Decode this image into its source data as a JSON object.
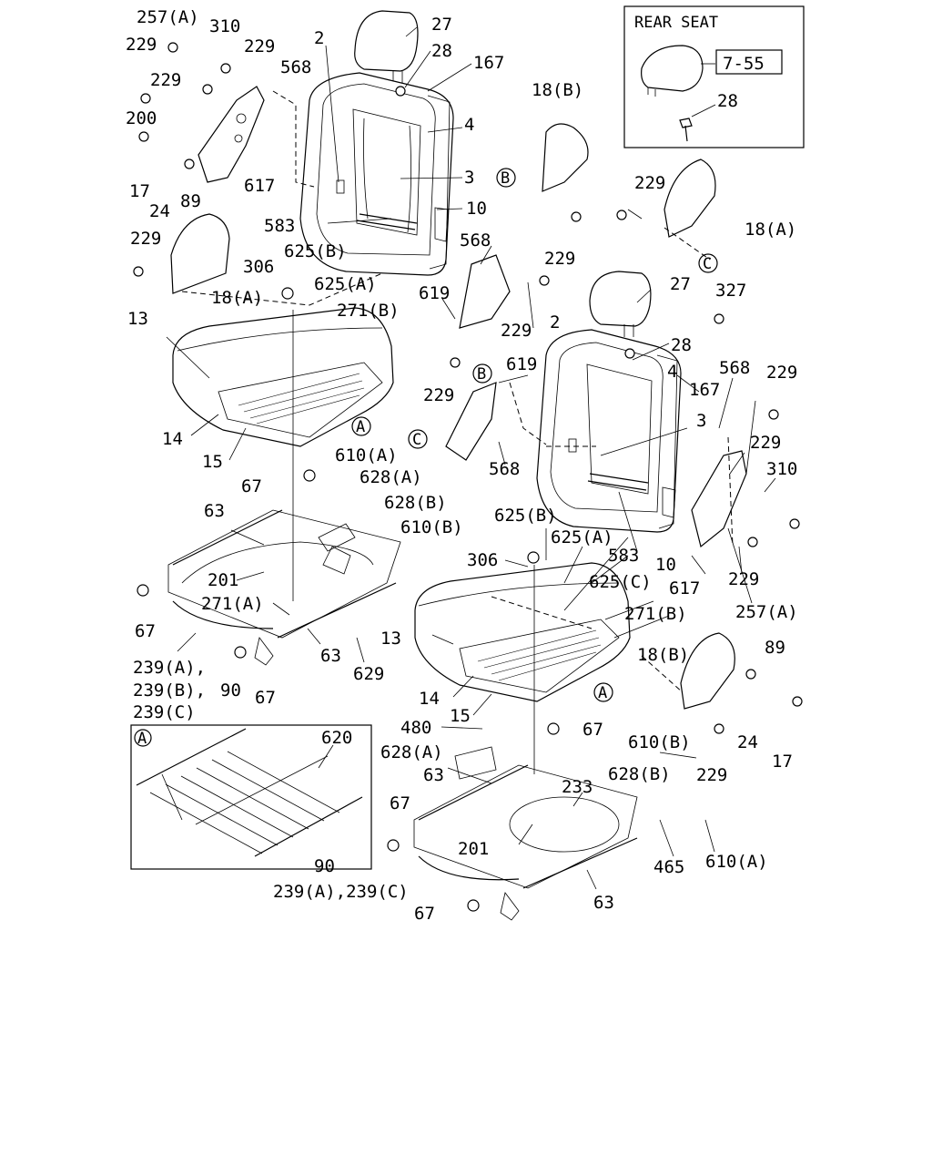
{
  "inset_rear": {
    "title": "REAR SEAT",
    "ref_box": "7-55",
    "part_28": "28"
  },
  "inset_a": {
    "marker": "A",
    "part": "620"
  },
  "labels": {
    "l257a_tl": "257(A)",
    "l310_tl": "310",
    "l229_a": "229",
    "l229_b": "229",
    "l229_c": "229",
    "l568_tl": "568",
    "l2_front": "2",
    "l27_front": "27",
    "l28_front": "28",
    "l167_front": "167",
    "l200": "200",
    "l17_tl": "17",
    "l24_tl": "24",
    "l89_tl": "89",
    "l617_tl": "617",
    "l4_front": "4",
    "l3_front": "3",
    "l10_front": "10",
    "l583_front": "583",
    "l229_d": "229",
    "l18a_tl": "18(A)",
    "l306_tl": "306",
    "l625b_tl": "625(B)",
    "l625a_tl": "625(A)",
    "l271b_tl": "271(B)",
    "l13_tl": "13",
    "l14_tl": "14",
    "l15_tl": "15",
    "l619_a": "619",
    "l568_mid": "568",
    "l229_e": "229",
    "l18b_top": "18(B)",
    "l229_f": "229",
    "l229_g": "229",
    "l18a_right": "18(A)",
    "l27_rear": "27",
    "l327": "327",
    "l2_rear": "2",
    "l28_rear": "28",
    "l4_rear": "4",
    "l568_r": "568",
    "l229_h": "229",
    "l167_rear": "167",
    "l3_rear": "3",
    "l229_i": "229",
    "l310_r": "310",
    "l619_b": "619",
    "l229_j": "229",
    "l568_c": "568",
    "l583_rear": "583",
    "l10_rear": "10",
    "l617_r": "617",
    "l229_k": "229",
    "l257a_r": "257(A)",
    "l67_a": "67",
    "l610a_a": "610(A)",
    "l628a_a": "628(A)",
    "l628b_a": "628(B)",
    "l610b_a": "610(B)",
    "l63_a": "63",
    "l201_a": "201",
    "l271a": "271(A)",
    "l67_b": "67",
    "l63_b": "63",
    "l629": "629",
    "l239a_1": "239(A),",
    "l239b": "239(B),",
    "l90_a": "90",
    "l239c_1": "239(C)",
    "l67_c": "67",
    "l625b_m": "625(B)",
    "l625a_m": "625(A)",
    "l306_m": "306",
    "l625c": "625(C)",
    "l271b_m": "271(B)",
    "l13_m": "13",
    "l18b_r": "18(B)",
    "l89_r": "89",
    "l14_m": "14",
    "l15_m": "15",
    "l24_r": "24",
    "l17_r": "17",
    "l480": "480",
    "l67_d": "67",
    "l610b_b": "610(B)",
    "l229_l": "229",
    "l628a_b": "628(A)",
    "l63_c": "63",
    "l233": "233",
    "l628b_b": "628(B)",
    "l67_e": "67",
    "l201_b": "201",
    "l465": "465",
    "l610a_b": "610(A)",
    "l90_b": "90",
    "l239ac": "239(A),239(C)",
    "l63_d": "63",
    "l67_f": "67"
  },
  "circle_markers": {
    "b_top": "B",
    "b_mid": "B",
    "c_top": "C",
    "c_mid": "C",
    "a_front": "A",
    "a_rear": "A"
  }
}
